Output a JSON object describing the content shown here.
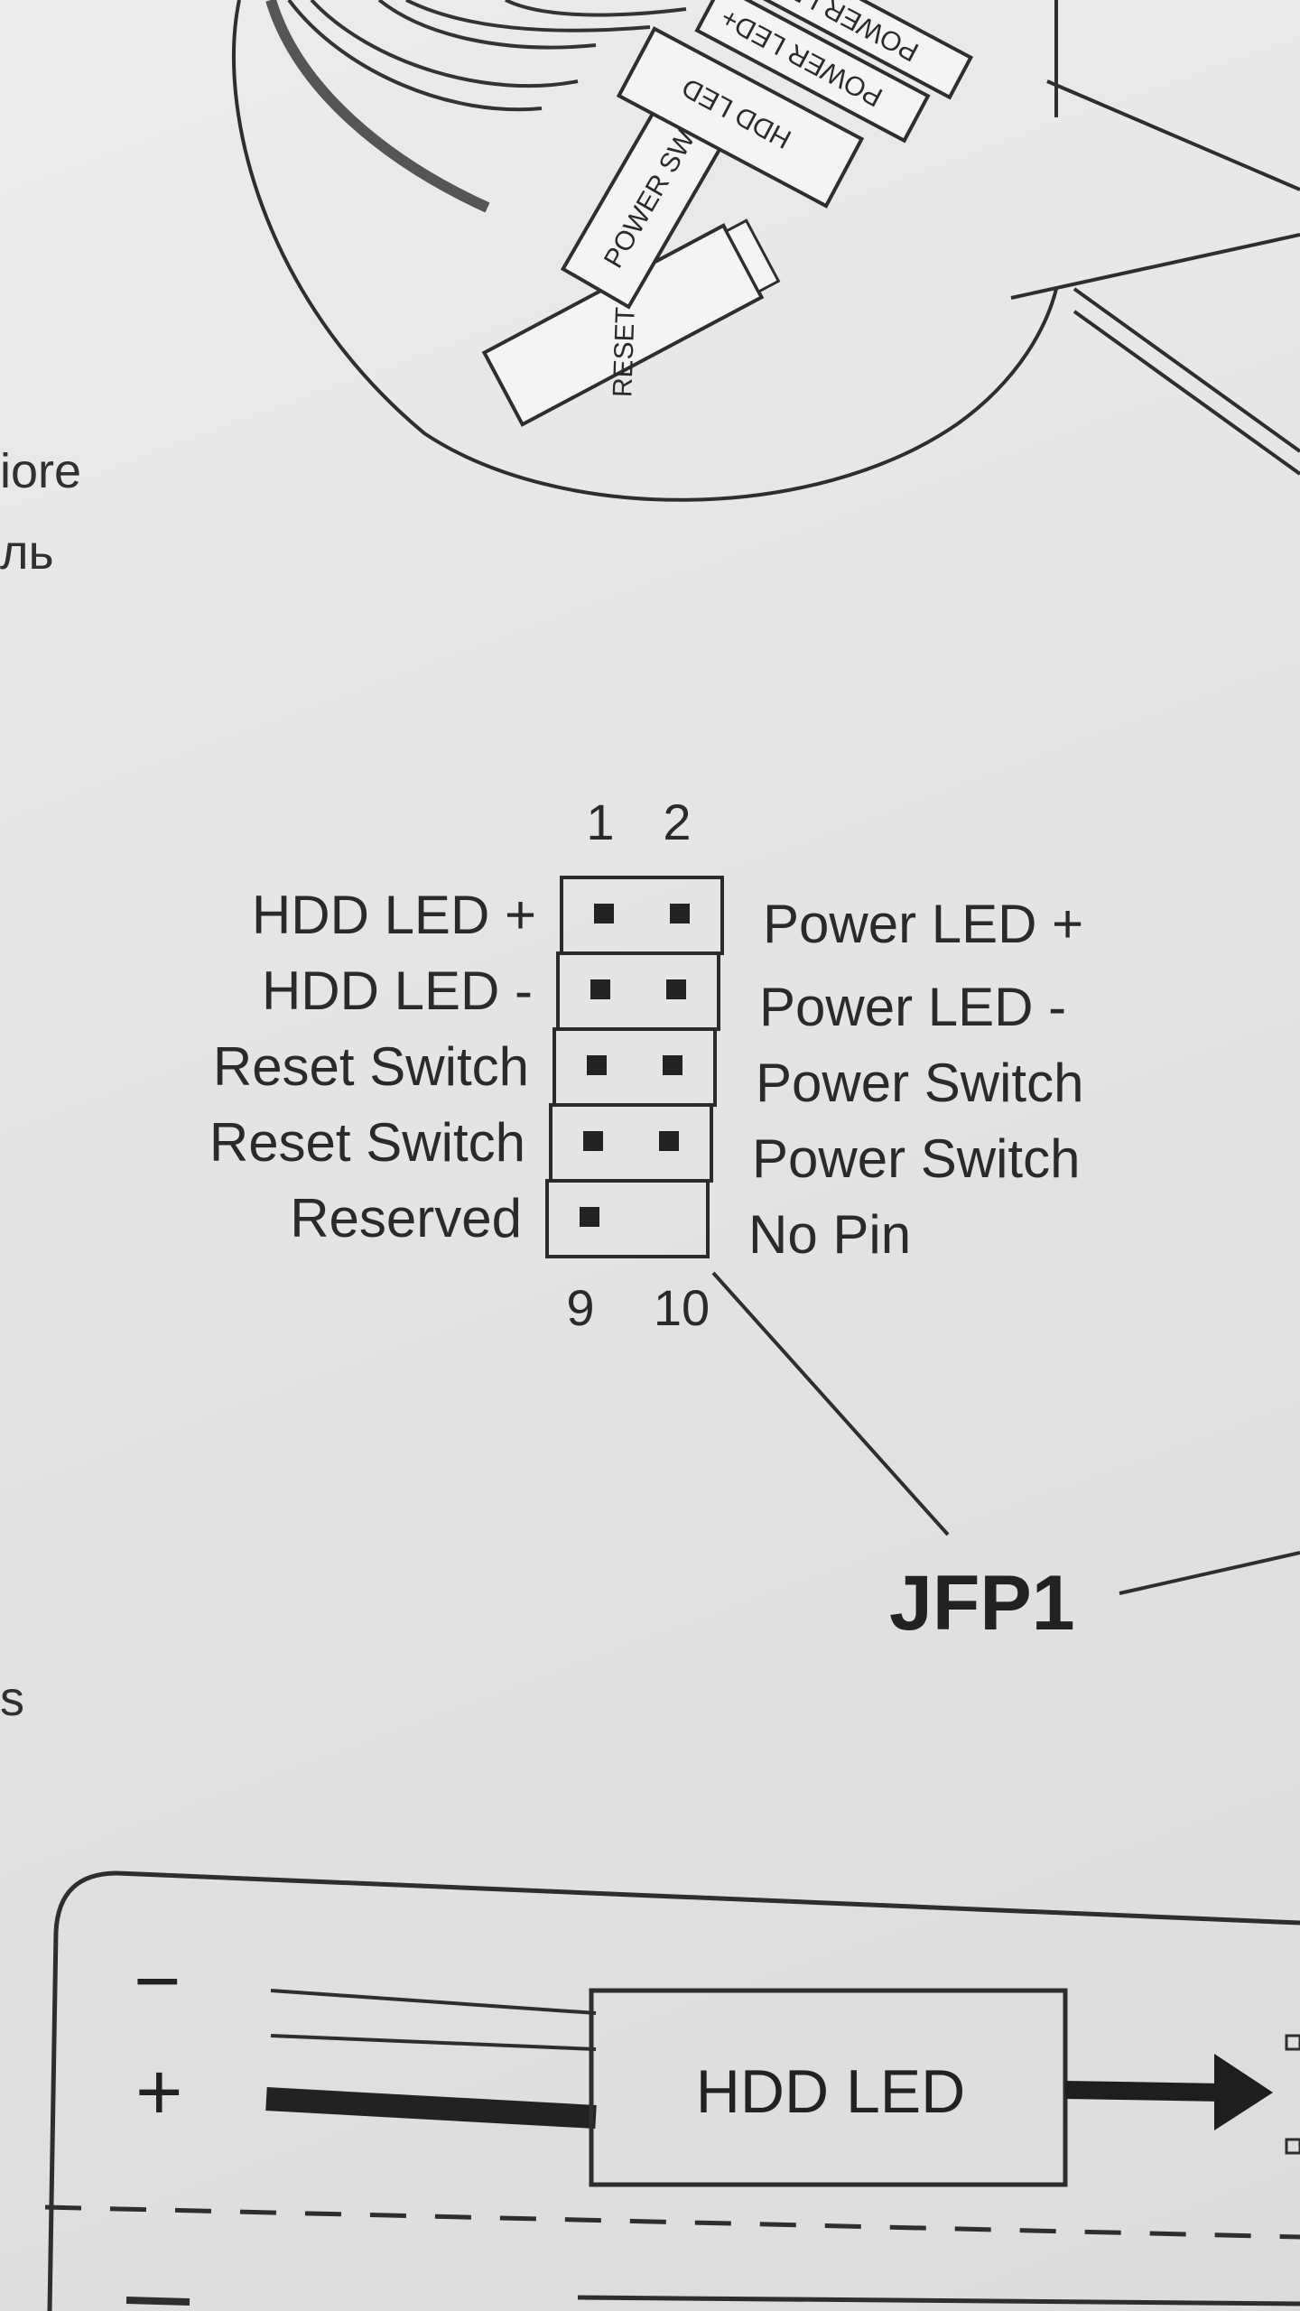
{
  "margin_text": {
    "line1": "iore",
    "line2": "ль",
    "line3": "s"
  },
  "inset": {
    "connectors": [
      "RESET SW",
      "POWER SW",
      "HDD LED",
      "POWER LED+",
      "POWER LED-"
    ]
  },
  "header_diagram": {
    "name": "JFP1",
    "top_pins": [
      "1",
      "2"
    ],
    "bottom_pins": [
      "9",
      "10"
    ],
    "left_labels": [
      "HDD LED +",
      "HDD LED -",
      "Reset Switch",
      "Reset Switch",
      "Reserved"
    ],
    "right_labels": [
      "Power LED +",
      "Power LED -",
      "Power Switch",
      "Power Switch",
      "No Pin"
    ],
    "right_column_pins_present": [
      true,
      true,
      true,
      true,
      false
    ]
  },
  "wiring_box": {
    "minus_label": "−",
    "plus_label": "+",
    "component_label": "HDD LED"
  }
}
